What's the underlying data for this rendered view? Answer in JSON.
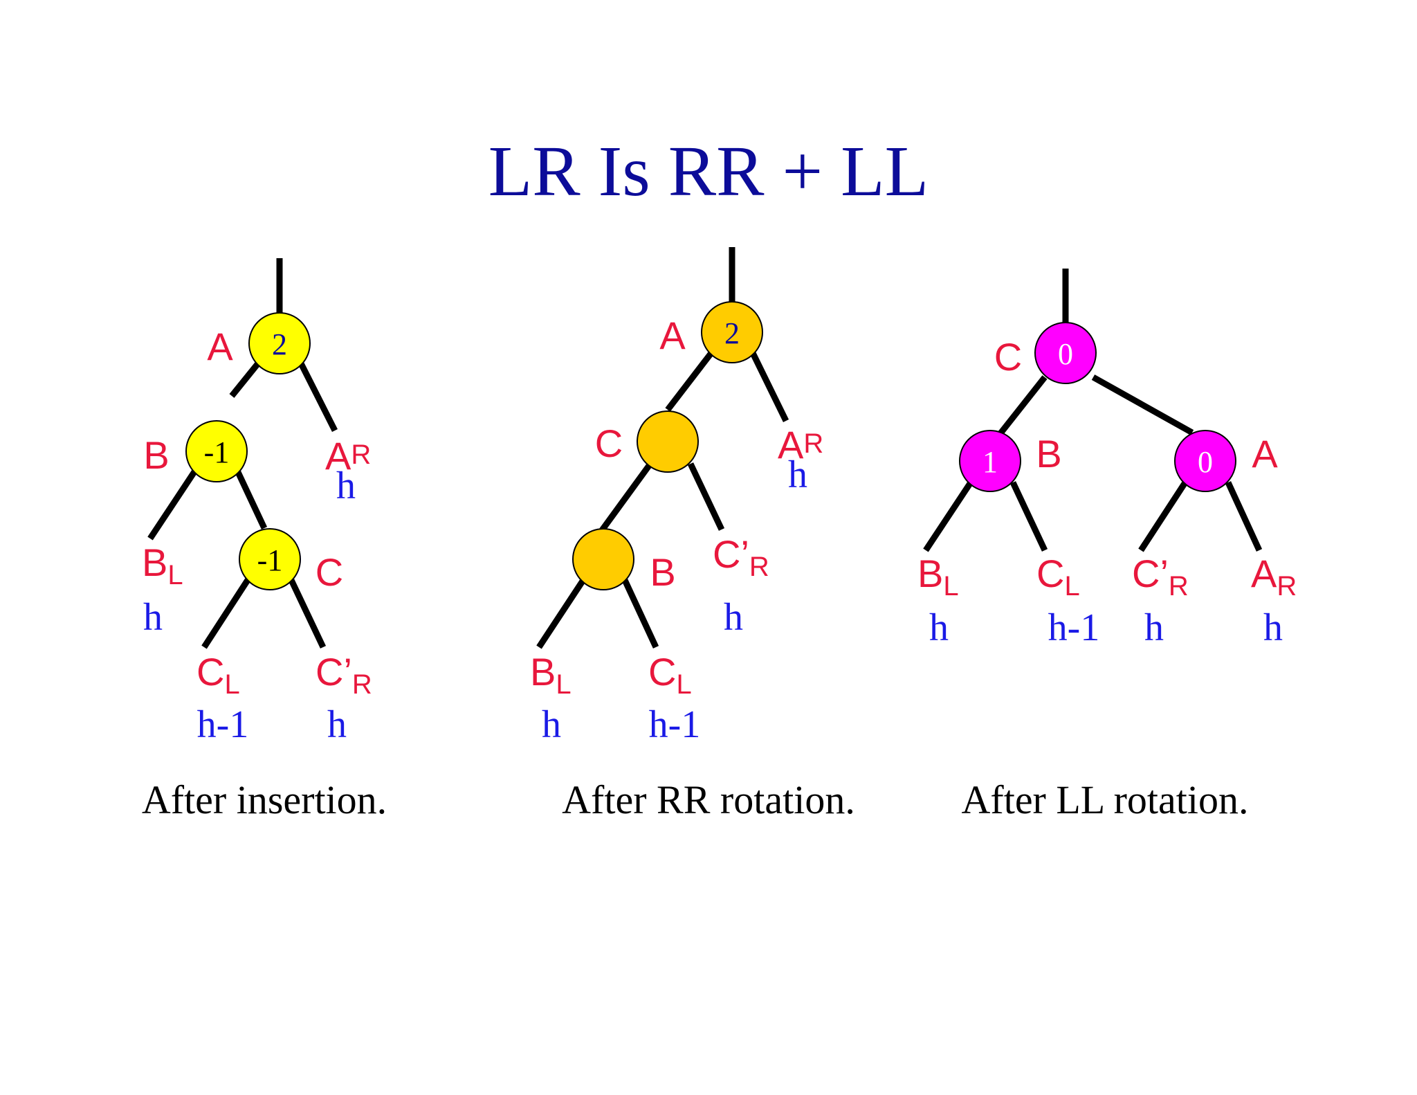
{
  "title": "LR Is RR + LL",
  "colors": {
    "node_yellow": "#ffff00",
    "node_orange": "#ffcc00",
    "node_magenta": "#ff00ff",
    "label_red": "#e8173c",
    "height_blue": "#1a1ae6",
    "title_blue": "#0c0c99"
  },
  "diagrams": [
    {
      "caption": "After insertion.",
      "nodes": [
        {
          "label": "A",
          "bf": "2"
        },
        {
          "label": "B",
          "bf": "-1"
        },
        {
          "label": "C",
          "bf": "-1"
        }
      ],
      "subtrees": [
        {
          "base": "A",
          "sub": "R",
          "height": "h"
        },
        {
          "base": "B",
          "sub": "L",
          "height": "h"
        },
        {
          "base": "C",
          "sub": "L",
          "height": "h-1"
        },
        {
          "base": "C’",
          "sub": "R",
          "height": "h"
        }
      ]
    },
    {
      "caption": "After RR rotation.",
      "nodes": [
        {
          "label": "A",
          "bf": "2"
        },
        {
          "label": "C",
          "bf": ""
        },
        {
          "label": "B",
          "bf": ""
        }
      ],
      "subtrees": [
        {
          "base": "A",
          "sub": "R",
          "height": "h"
        },
        {
          "base": "C’",
          "sub": "R",
          "height": "h"
        },
        {
          "base": "B",
          "sub": "L",
          "height": "h"
        },
        {
          "base": "C",
          "sub": "L",
          "height": "h-1"
        }
      ]
    },
    {
      "caption": "After LL rotation.",
      "nodes": [
        {
          "label": "C",
          "bf": "0"
        },
        {
          "label": "B",
          "bf": "1"
        },
        {
          "label": "A",
          "bf": "0"
        }
      ],
      "subtrees": [
        {
          "base": "B",
          "sub": "L",
          "height": "h"
        },
        {
          "base": "C",
          "sub": "L",
          "height": "h-1"
        },
        {
          "base": "C’",
          "sub": "R",
          "height": "h"
        },
        {
          "base": "A",
          "sub": "R",
          "height": "h"
        }
      ]
    }
  ]
}
